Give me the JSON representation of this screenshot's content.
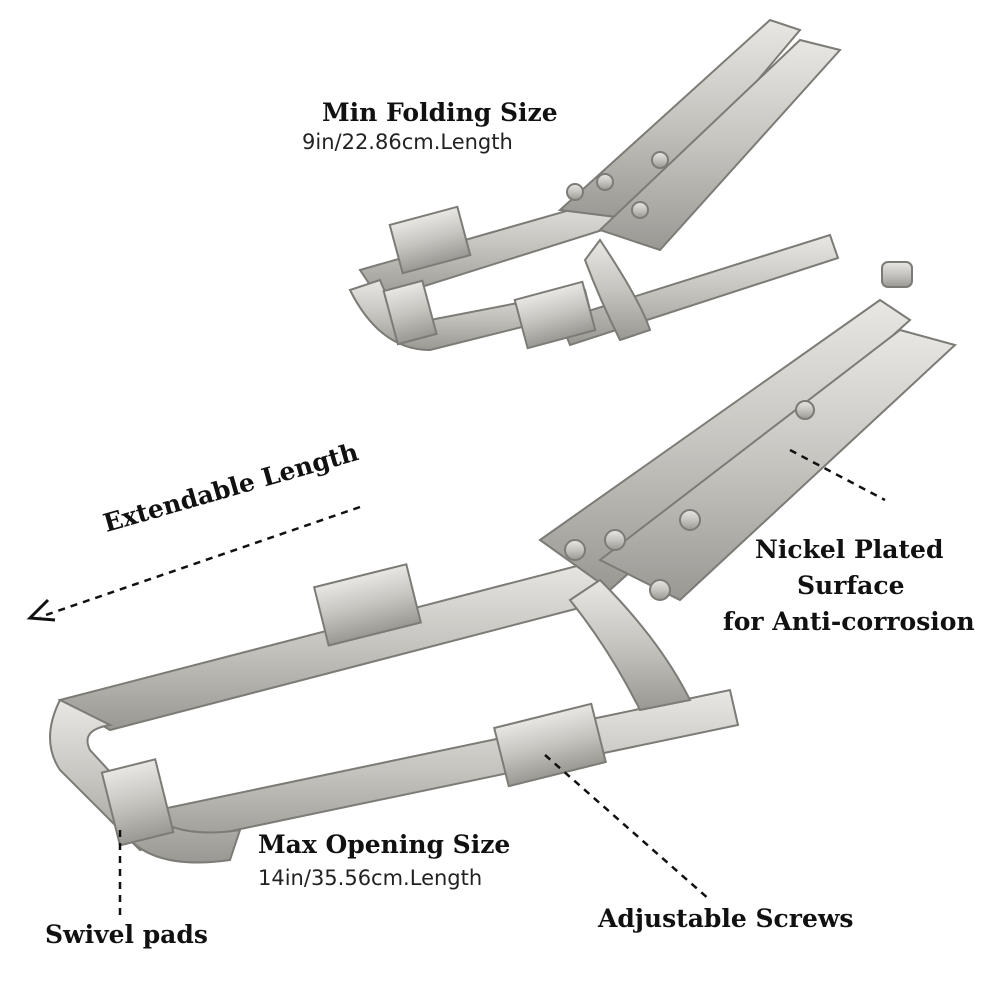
{
  "labels": {
    "min_title": "Min Folding Size",
    "min_value": "9in/22.86cm.Length",
    "extendable": "Extendable  Length",
    "nickel_1": "Nickel Plated",
    "nickel_2": "Surface",
    "nickel_3": "for Anti-corrosion",
    "max_title": "Max Opening Size",
    "max_value": "14in/35.56cm.Length",
    "swivel": "Swivel pads",
    "screws": "Adjustable Screws"
  },
  "colors": {
    "metal": "#c9c7c2",
    "metal_dark": "#8f8d88",
    "metal_light": "#e6e5e1",
    "text": "#111111"
  }
}
